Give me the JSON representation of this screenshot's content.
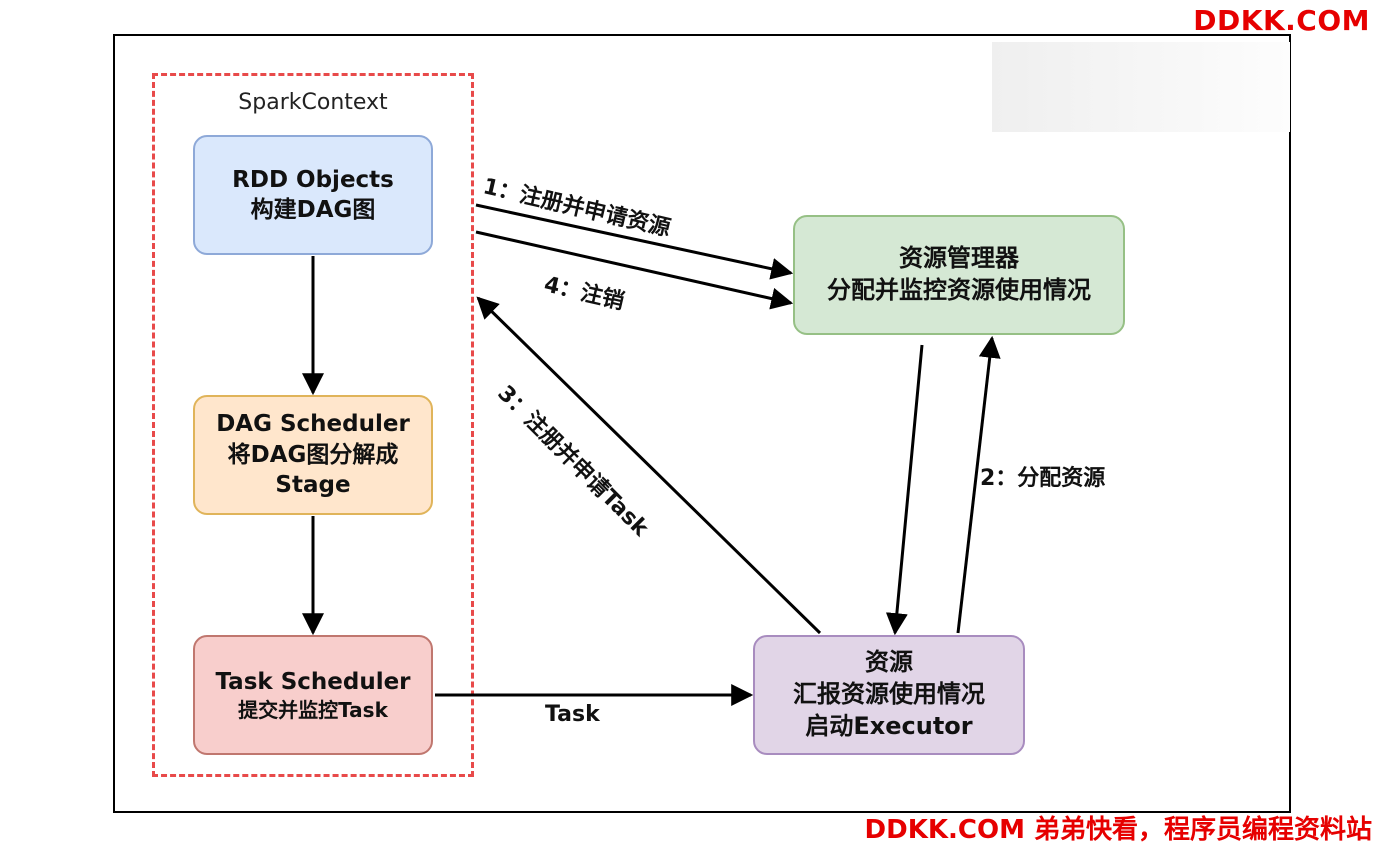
{
  "watermark": {
    "top": "DDKK.COM",
    "bottom": "DDKK.COM 弟弟快看，程序员编程资料站"
  },
  "container": {
    "label": "SparkContext"
  },
  "nodes": {
    "rdd": {
      "line1": "RDD Objects",
      "line2": "构建DAG图"
    },
    "dag": {
      "line1": "DAG Scheduler",
      "line2": "将DAG图分解成",
      "line3": "Stage"
    },
    "task": {
      "line1": "Task Scheduler",
      "line2": "提交并监控Task"
    },
    "resource_manager": {
      "line1": "资源管理器",
      "line2": "分配并监控资源使用情况"
    },
    "resource": {
      "line1": "资源",
      "line2": "汇报资源使用情况",
      "line3": "启动Executor"
    }
  },
  "edges": {
    "e1": "1：注册并申请资源",
    "e2": "2：分配资源",
    "e3": "3：注册并申请Task",
    "e4": "4：注销",
    "task": "Task"
  },
  "colors": {
    "rdd_fill": "#dae8fc",
    "dag_fill": "#ffe6cc",
    "task_fill": "#f8cecc",
    "resource_manager_fill": "#d5e8d4",
    "resource_fill": "#e1d5e7",
    "dashed_border": "#e84a4a",
    "watermark": "#e60000"
  }
}
